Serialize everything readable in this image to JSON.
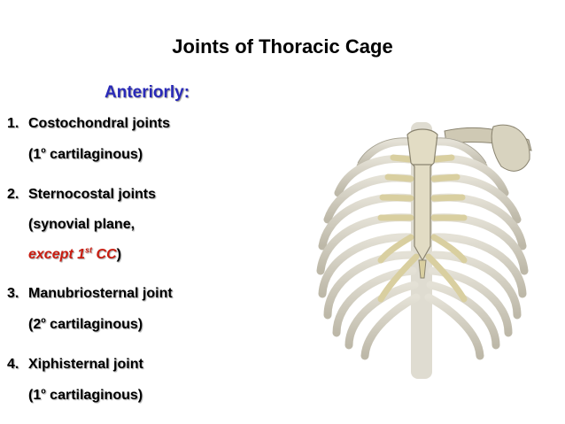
{
  "slide": {
    "title": "Joints of Thoracic Cage",
    "subtitle": "Anteriorly:"
  },
  "items": [
    {
      "num": "1.",
      "line1": "Costochondral joints",
      "line2_pre": "(1",
      "line2_sup": "o",
      "line2_post": " cartilaginous)"
    },
    {
      "num": "2.",
      "line1": "Sternocostal joints",
      "line2": "(synovial plane,",
      "line3_red": "except 1",
      "line3_sup": "st",
      "line3_red2": " CC",
      "line3_end": ")"
    },
    {
      "num": "3.",
      "line1": "Manubriosternal joint",
      "line2_pre": "(2",
      "line2_sup": "o",
      "line2_post": " cartilaginous)"
    },
    {
      "num": "4.",
      "line1": "Xiphisternal joint",
      "line2_pre": "(1",
      "line2_sup": "o",
      "line2_post": " cartilaginous)"
    }
  ],
  "colors": {
    "subtitle": "#2a2ab8",
    "highlight": "#c81c10",
    "bone": "#d6d2c2",
    "cartilage": "#d9cfa0"
  },
  "figure": {
    "icon": "rib-cage-illustration"
  }
}
